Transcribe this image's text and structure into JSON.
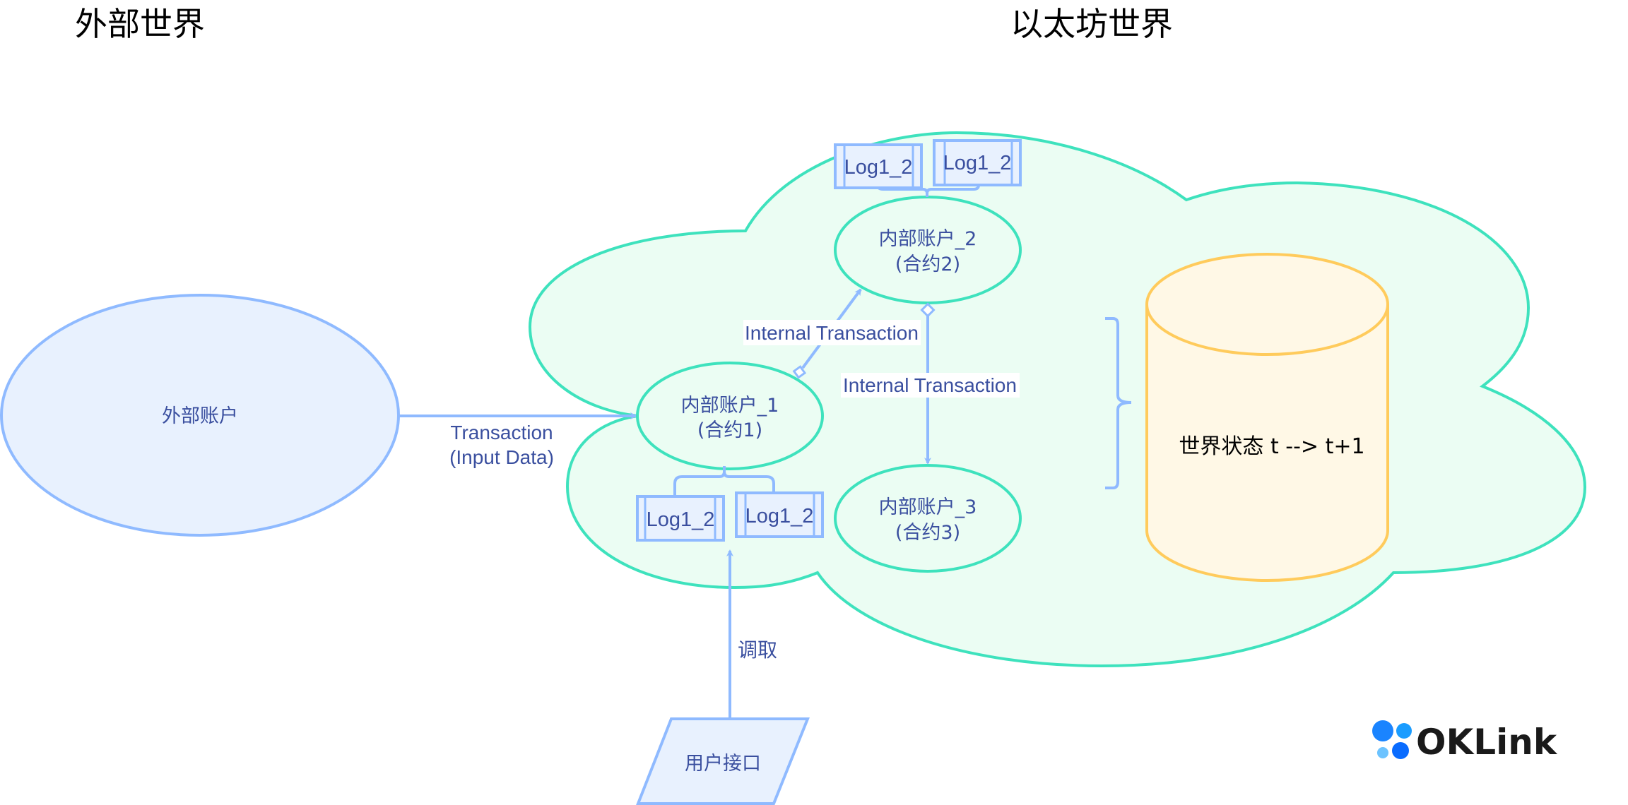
{
  "titles": {
    "outer_world": "外部世界",
    "ethereum_world": "以太坊世界"
  },
  "nodes": {
    "external_account": "外部账户",
    "internal_account_1": {
      "line1": "内部账户_1",
      "line2": "(合约1)"
    },
    "internal_account_2": {
      "line1": "内部账户_2",
      "line2": "(合约2)"
    },
    "internal_account_3": {
      "line1": "内部账户_3",
      "line2": "(合约3)"
    },
    "world_state": "世界状态 t --> t+1",
    "user_interface": "用户接口"
  },
  "logs": {
    "account1": [
      "Log1_2",
      "Log1_2"
    ],
    "account2": [
      "Log1_2",
      "Log1_2"
    ]
  },
  "edges": {
    "transaction": {
      "line1": "Transaction",
      "line2": "(Input Data)"
    },
    "internal_tx_1_to_2": "Internal Transaction",
    "internal_tx_2_to_3": "Internal Transaction",
    "fetch": "调取"
  },
  "logo": {
    "text": "OKLink",
    "dot_colors": [
      "#1a84ff",
      "#1a9cff",
      "#6cc3ff",
      "#0a6cff"
    ]
  },
  "colors": {
    "edge": "#8fbaff",
    "cloud_stroke": "#3ee2bd",
    "cloud_fill": "#ebfdf3",
    "external_fill": "#e8f1fe",
    "state_stroke": "#ffcb5c",
    "state_fill": "#fff8e6",
    "text": "#3a4f9f"
  }
}
